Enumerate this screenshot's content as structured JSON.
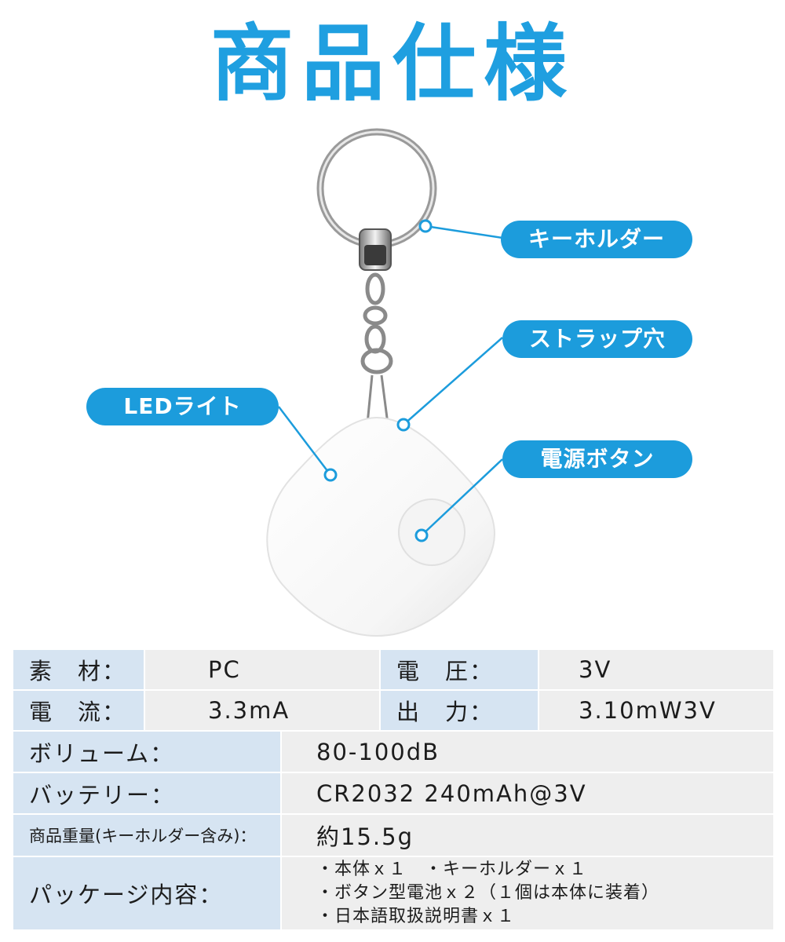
{
  "title": "商品仕様",
  "callouts": {
    "keyholder": "キーホルダー",
    "strap_hole": "ストラップ穴",
    "led_light": "LEDライト",
    "power_button": "電源ボタン"
  },
  "colors": {
    "accent": "#1c9cdc",
    "title": "#1f9fe0",
    "label_bg": "#d6e4f2",
    "value_bg": "#eeeeee"
  },
  "spec": {
    "material_label": "素　材：",
    "material_value": "PC",
    "voltage_label": "電　圧：",
    "voltage_value": "3V",
    "current_label": "電　流：",
    "current_value": "3.3mA",
    "output_label": "出　力：",
    "output_value": "3.10mW3V",
    "volume_label": "ボリューム：",
    "volume_value": "80-100dB",
    "battery_label": "バッテリー：",
    "battery_value": "CR2032 240mAh@3V",
    "weight_label": "商品重量(キーホルダー含み)：",
    "weight_value": "約15.5g",
    "package_label": "パッケージ内容：",
    "package_items": [
      "・本体ｘ１　・キーホルダーｘ１",
      "・ボタン型電池ｘ２（１個は本体に装着）",
      "・日本語取扱説明書ｘ１"
    ]
  }
}
